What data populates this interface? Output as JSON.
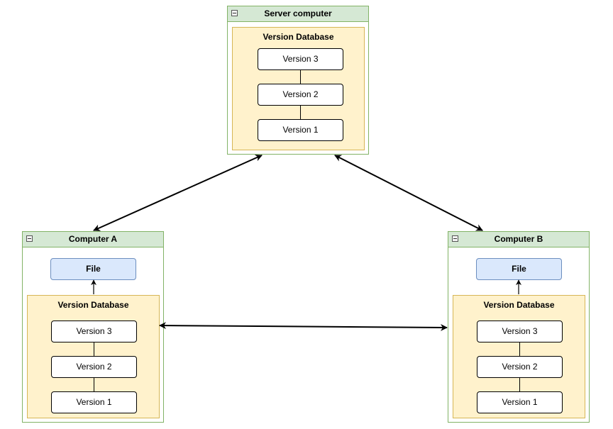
{
  "server": {
    "title": "Server computer",
    "db_title": "Version Database",
    "versions": [
      "Version 3",
      "Version 2",
      "Version 1"
    ]
  },
  "computer_a": {
    "title": "Computer A",
    "file_label": "File",
    "db_title": "Version Database",
    "versions": [
      "Version 3",
      "Version 2",
      "Version 1"
    ]
  },
  "computer_b": {
    "title": "Computer B",
    "file_label": "File",
    "db_title": "Version Database",
    "versions": [
      "Version 3",
      "Version 2",
      "Version 1"
    ]
  },
  "colors": {
    "container_border": "#82b366",
    "container_header": "#d5e8d4",
    "db_fill": "#fff2cc",
    "db_border": "#d6b656",
    "file_fill": "#dae8fc",
    "file_border": "#6c8ebf"
  }
}
